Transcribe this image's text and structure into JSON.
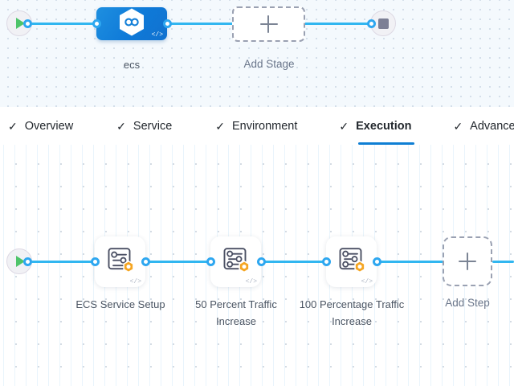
{
  "stage_canvas": {
    "start_node": {
      "icon": "play-icon"
    },
    "end_node": {
      "icon": "stop-square-icon"
    },
    "stage": {
      "label": "ecs",
      "icon": "infinity-hexagon-icon",
      "code_marker": "</>"
    },
    "add_stage": {
      "label": "Add Stage",
      "icon": "plus-icon"
    }
  },
  "tabs": [
    {
      "label": "Overview",
      "check": "✓",
      "active": false
    },
    {
      "label": "Service",
      "check": "✓",
      "active": false
    },
    {
      "label": "Environment",
      "check": "✓",
      "active": false
    },
    {
      "label": "Execution",
      "check": "✓",
      "active": true
    },
    {
      "label": "Advanced",
      "check": "✓",
      "active": false
    }
  ],
  "execution_canvas": {
    "start_node": {
      "icon": "play-icon"
    },
    "steps": [
      {
        "label": "ECS Service Setup",
        "icon": "sliders-icon",
        "badge": "orange-hexagon-badge",
        "code_marker": "</>"
      },
      {
        "label": "50 Percent Traffic Increase",
        "icon": "sliders-icon",
        "badge": "orange-hexagon-badge",
        "code_marker": "</>"
      },
      {
        "label": "100 Percentage Traffic Increase",
        "icon": "sliders-icon",
        "badge": "orange-hexagon-badge",
        "code_marker": "</>"
      }
    ],
    "add_step": {
      "label": "Add Step",
      "icon": "plus-icon"
    }
  },
  "colors": {
    "edge": "#31b6f0",
    "port": "#2ea7f0",
    "stage_blue": "#0f7ad8",
    "active_tab_underline": "#0f7fd4",
    "badge_orange": "#f5a623",
    "play_green": "#4ec46a"
  }
}
